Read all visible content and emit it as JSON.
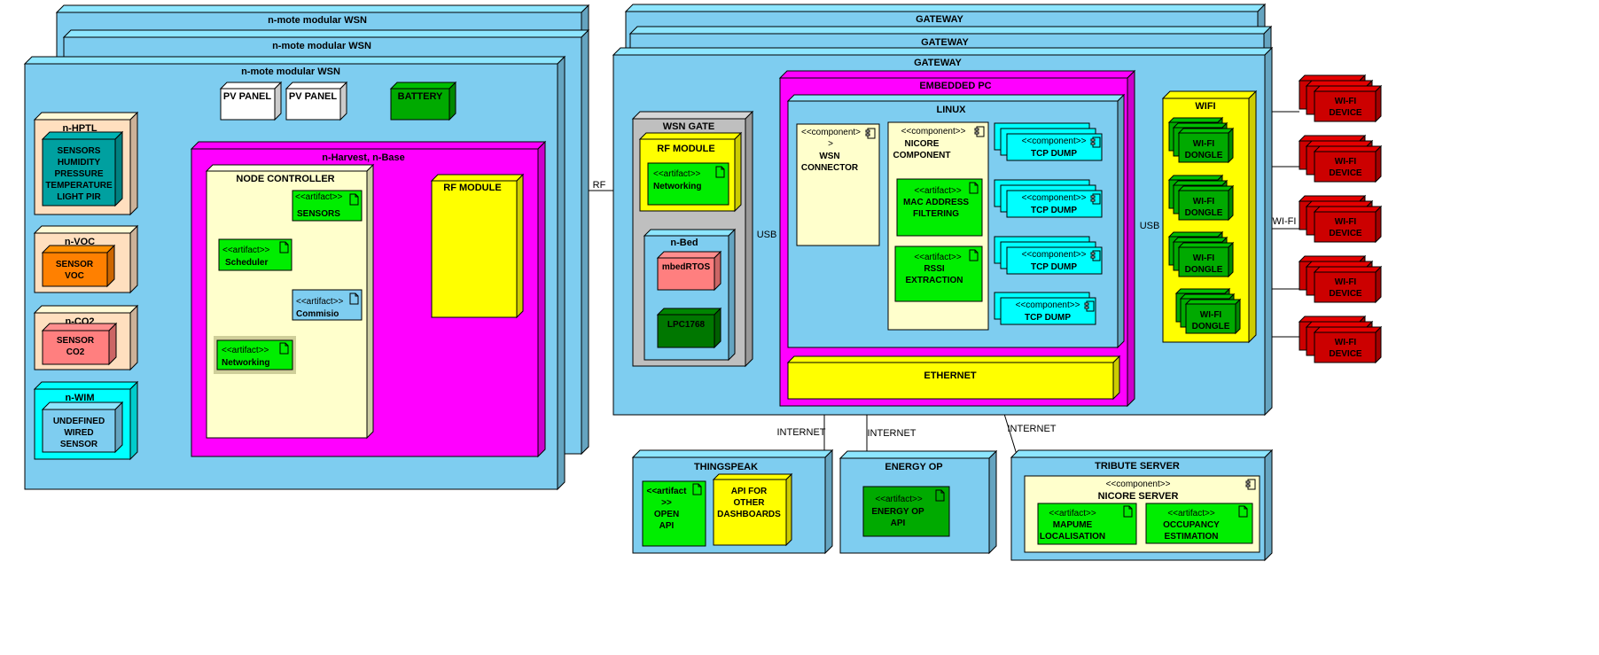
{
  "colors": {
    "node_blue": "#7ecdf0",
    "magenta": "#ff00ff",
    "cream": "#ffffcc",
    "yellow": "#ffff00",
    "green": "#00ee00",
    "dark_green": "#00aa00",
    "deep_green": "#007700",
    "cyan": "#00ffff",
    "teal": "#00a0a0",
    "peach": "#ffdfbf",
    "orange": "#ff8000",
    "salmon": "#ff7f7f",
    "red": "#cc0000",
    "gray": "#bfbfbf"
  },
  "wsn": {
    "back_title_1": "n-mote modular WSN",
    "back_title_2": "n-mote modular WSN",
    "title": "n-mote modular WSN",
    "pv_panel_1": "PV PANEL",
    "pv_panel_2": "PV PANEL",
    "battery": "BATTERY",
    "hptl": {
      "title": "n-HPTL",
      "sensor_lines": [
        "SENSORS",
        "HUMIDITY",
        "PRESSURE",
        "TEMPERATURE",
        "LIGHT PIR"
      ]
    },
    "voc": {
      "title": "n-VOC",
      "sensor_lines": [
        "SENSOR",
        "VOC"
      ]
    },
    "co2": {
      "title": "n-CO2",
      "sensor_lines": [
        "SENSOR",
        "CO2"
      ]
    },
    "wim": {
      "title": "n-WIM",
      "sensor_lines": [
        "UNDEFINED",
        "WIRED",
        "SENSOR"
      ]
    },
    "harvest_title": "n-Harvest, n-Base",
    "node_controller": {
      "title": "NODE CONTROLLER",
      "artifact_tag": "<<artifact>>",
      "sensors": "SENSORS",
      "scheduler": "Scheduler",
      "commisio": "Commisio",
      "networking": "Networking"
    },
    "rf_module": "RF MODULE"
  },
  "links": {
    "rf": "RF",
    "usb_1": "USB",
    "usb_2": "USB",
    "wifi": "WI-FI",
    "internet_1": "INTERNET",
    "internet_2": "INTERNET",
    "internet_3": "INTERNET"
  },
  "gateway": {
    "back_title_1": "GATEWAY",
    "back_title_2": "GATEWAY",
    "title": "GATEWAY",
    "wsn_gate": {
      "title": "WSN GATE",
      "rf_module": "RF MODULE",
      "artifact_tag": "<<artifact>>",
      "networking": "Networking",
      "nbed": "n-Bed",
      "mbedrtos": "mbedRTOS",
      "lpc": "LPC1768"
    },
    "embedded_pc": {
      "title": "EMBEDDED PC",
      "linux": "LINUX",
      "wsn_connector_tag_1": "<<component>",
      "wsn_connector_tag_2": ">",
      "wsn_connector_lines": [
        "WSN",
        "CONNECTOR"
      ],
      "nicore_tag": "<<component>>",
      "nicore_lines": [
        "NICORE",
        "COMPONENT"
      ],
      "mac_tag": "<<artifact>>",
      "mac_lines": [
        "MAC ADDRESS",
        "FILTERING"
      ],
      "rssi_tag": "<<artifact>>",
      "rssi_lines": [
        "RSSI",
        "EXTRACTION"
      ],
      "component_tag": "<<component>>",
      "tcp_dump": "TCP DUMP",
      "ethernet": "ETHERNET"
    },
    "wifi": {
      "title": "WIFI",
      "dongle_lines": [
        "WI-FI",
        "DONGLE"
      ]
    }
  },
  "devices": {
    "lines": [
      "WI-FI",
      "DEVICE"
    ]
  },
  "thingspeak": {
    "title": "THINGSPEAK",
    "artifact_lines": [
      "<<artifact",
      ">>",
      "OPEN",
      "API"
    ],
    "api_lines": [
      "API FOR",
      "OTHER",
      "DASHBOARDS"
    ]
  },
  "energy_op": {
    "title": "ENERGY OP",
    "tag": "<<artifact>>",
    "lines": [
      "ENERGY OP",
      "API"
    ]
  },
  "tribute": {
    "title": "TRIBUTE SERVER",
    "server_tag": "<<component>>",
    "server_name": "NICORE  SERVER",
    "mapume_tag": "<<artifact>>",
    "mapume_lines": [
      "MAPUME",
      "LOCALISATION"
    ],
    "occupancy_tag": "<<artifact>>",
    "occupancy_lines": [
      "OCCUPANCY",
      "ESTIMATION"
    ]
  }
}
